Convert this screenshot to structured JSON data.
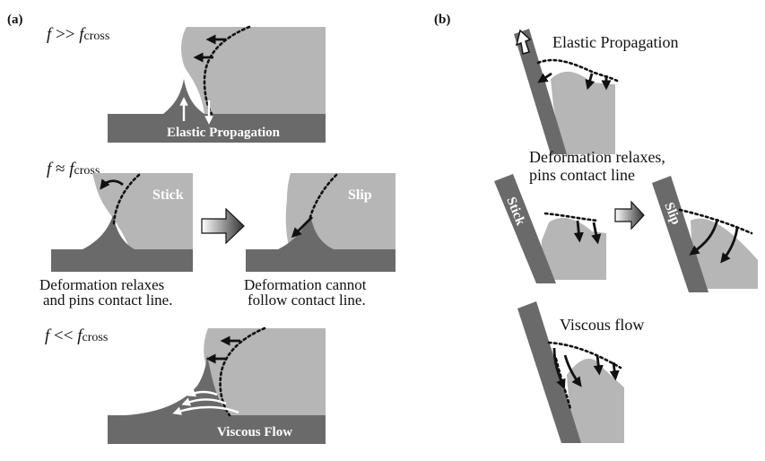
{
  "panel_a": {
    "label": "(a)",
    "row1": {
      "f": "f",
      "rel": " >> ",
      "sub": "cross",
      "banner": "Elastic Propagation"
    },
    "row2": {
      "f": "f",
      "rel": " ≈ ",
      "sub": "cross",
      "stick": "Stick",
      "slip": "Slip",
      "caption_left": [
        "Deformation relaxes",
        "and pins contact line."
      ],
      "caption_right": [
        "Deformation cannot",
        "follow contact line."
      ]
    },
    "row3": {
      "f": "f",
      "rel": " << ",
      "sub": "cross",
      "banner": "Viscous Flow"
    }
  },
  "panel_b": {
    "label": "(b)",
    "top": "Elastic Propagation",
    "middle": [
      "Deformation relaxes,",
      "pins contact line"
    ],
    "stick": "Stick",
    "slip": "Slip",
    "bottom": "Viscous flow"
  }
}
